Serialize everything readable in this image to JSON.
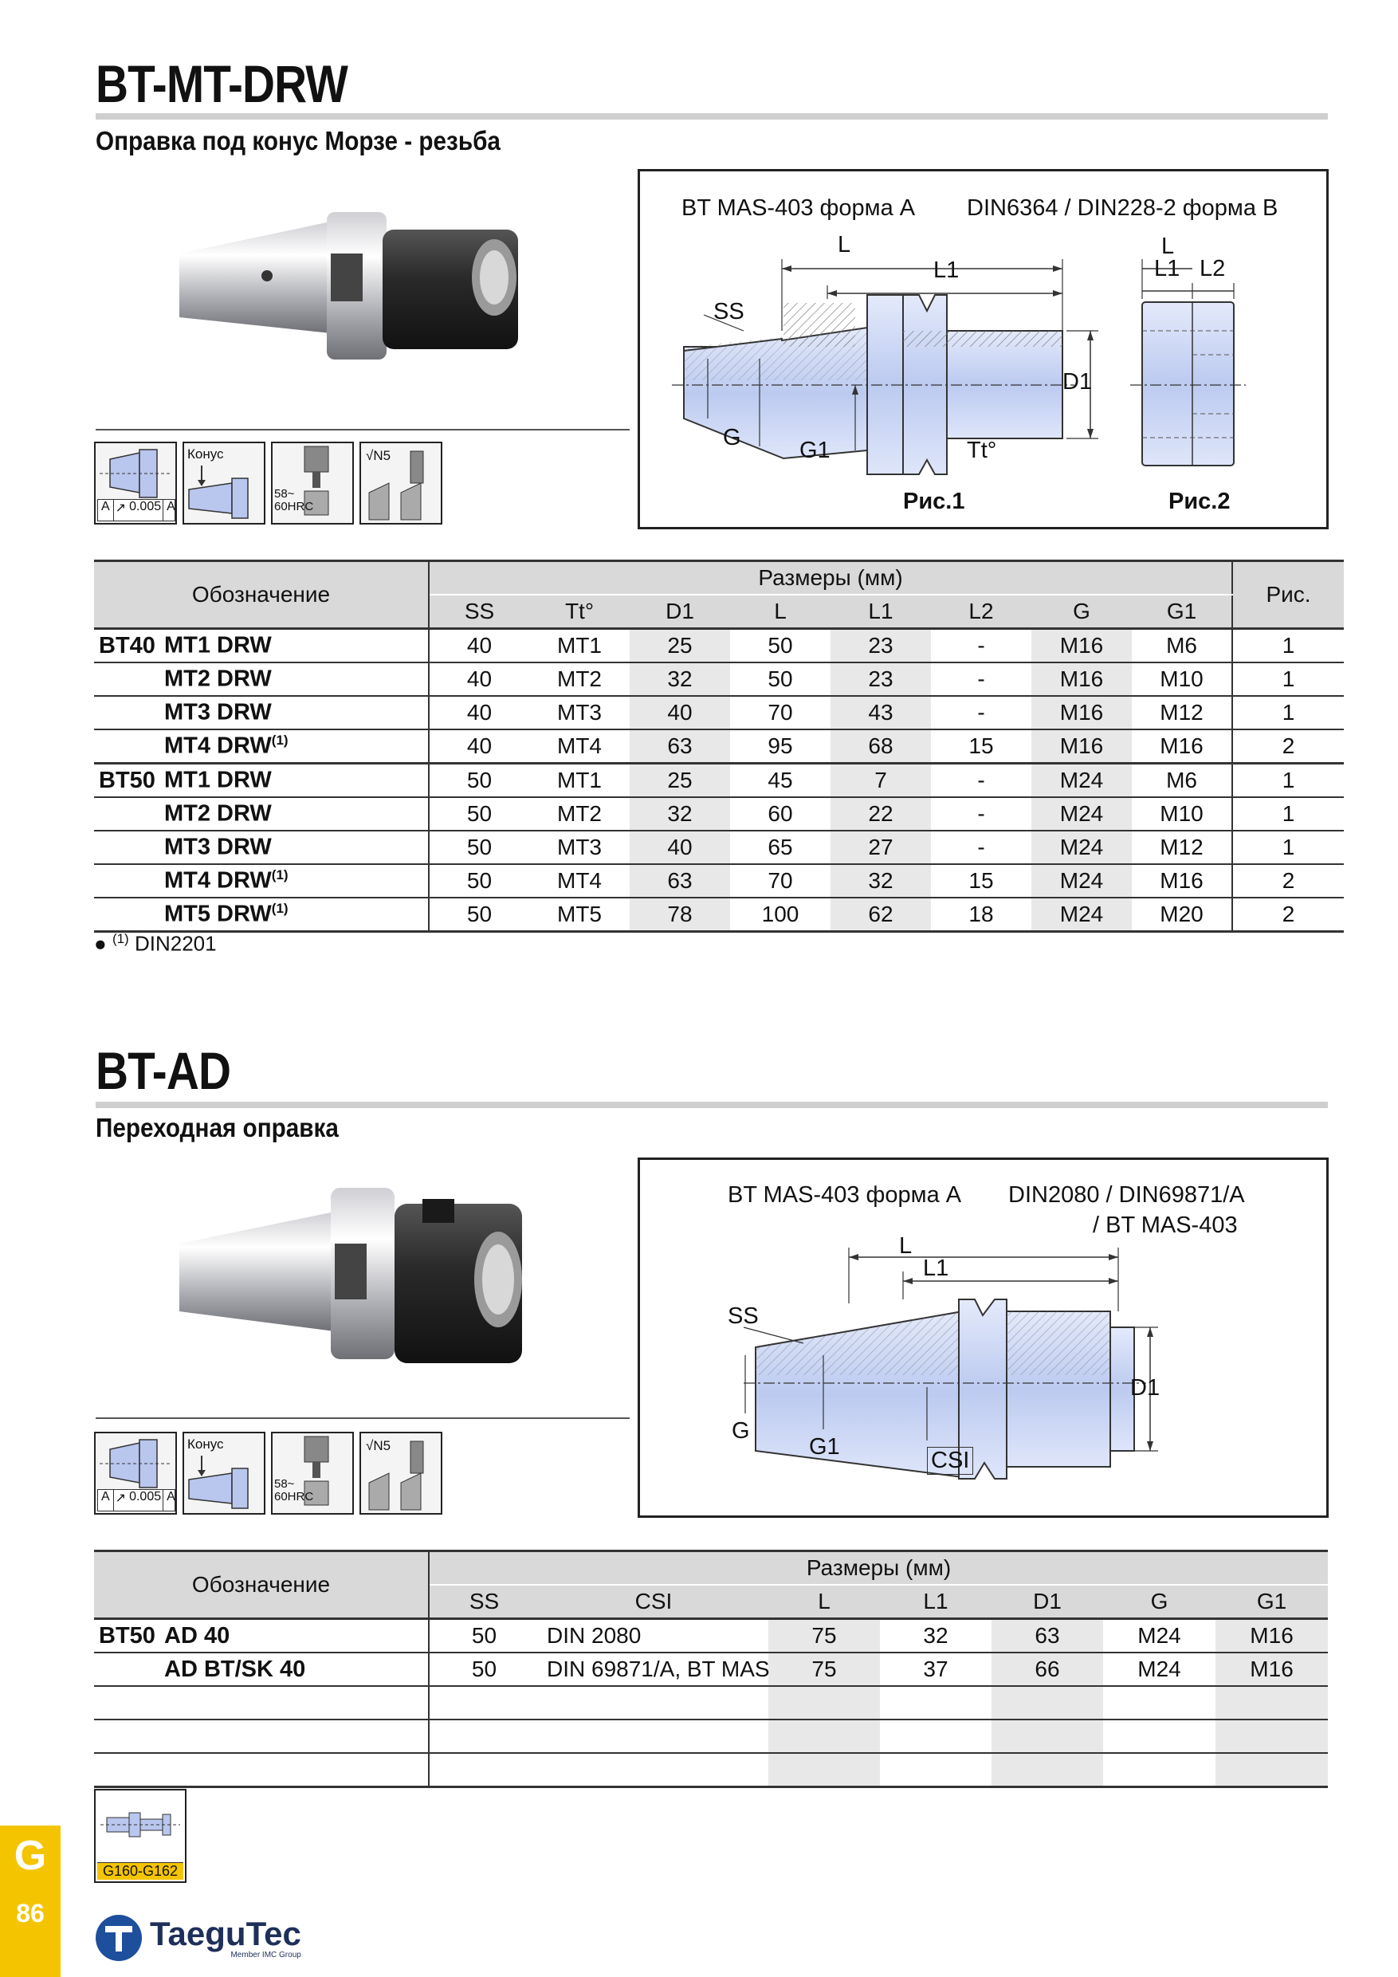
{
  "section1": {
    "title": "BT-MT-DRW",
    "subtitle": "Оправка под конус Морзе - резьба",
    "diagram": {
      "label_left": "BT MAS-403 форма A",
      "label_right": "DIN6364 / DIN228-2 форма B",
      "fig1": "Рис.1",
      "fig2": "Рис.2",
      "dim_L": "L",
      "dim_L1": "L1",
      "dim_L2": "L2",
      "dim_SS": "SS",
      "dim_D1": "D1",
      "dim_G": "G",
      "dim_G1": "G1",
      "dim_Tt": "Tt°"
    },
    "icons": {
      "runout_a": "A",
      "runout_val": "0.005",
      "runout_b": "A",
      "cone": "Конус",
      "hardness": "58~\n60HRC",
      "finish": "√N5"
    },
    "table": {
      "col_designation": "Обозначение",
      "group_header": "Размеры (мм)",
      "col_fig": "Рис.",
      "columns": [
        "SS",
        "Tt°",
        "D1",
        "L",
        "L1",
        "L2",
        "G",
        "G1"
      ],
      "rows": [
        {
          "group": "BT40",
          "name": "MT1 DRW",
          "sup": "",
          "values": [
            "40",
            "MT1",
            "25",
            "50",
            "23",
            "-",
            "M16",
            "M6"
          ],
          "fig": "1"
        },
        {
          "group": "",
          "name": "MT2 DRW",
          "sup": "",
          "values": [
            "40",
            "MT2",
            "32",
            "50",
            "23",
            "-",
            "M16",
            "M10"
          ],
          "fig": "1"
        },
        {
          "group": "",
          "name": "MT3 DRW",
          "sup": "",
          "values": [
            "40",
            "MT3",
            "40",
            "70",
            "43",
            "-",
            "M16",
            "M12"
          ],
          "fig": "1"
        },
        {
          "group": "",
          "name": "MT4 DRW",
          "sup": "(1)",
          "values": [
            "40",
            "MT4",
            "63",
            "95",
            "68",
            "15",
            "M16",
            "M16"
          ],
          "fig": "2"
        },
        {
          "group": "BT50",
          "name": "MT1 DRW",
          "sup": "",
          "values": [
            "50",
            "MT1",
            "25",
            "45",
            "7",
            "-",
            "M24",
            "M6"
          ],
          "fig": "1"
        },
        {
          "group": "",
          "name": "MT2 DRW",
          "sup": "",
          "values": [
            "50",
            "MT2",
            "32",
            "60",
            "22",
            "-",
            "M24",
            "M10"
          ],
          "fig": "1"
        },
        {
          "group": "",
          "name": "MT3 DRW",
          "sup": "",
          "values": [
            "50",
            "MT3",
            "40",
            "65",
            "27",
            "-",
            "M24",
            "M12"
          ],
          "fig": "1"
        },
        {
          "group": "",
          "name": "MT4 DRW",
          "sup": "(1)",
          "values": [
            "50",
            "MT4",
            "63",
            "70",
            "32",
            "15",
            "M24",
            "M16"
          ],
          "fig": "2"
        },
        {
          "group": "",
          "name": "MT5 DRW",
          "sup": "(1)",
          "values": [
            "50",
            "MT5",
            "78",
            "100",
            "62",
            "18",
            "M24",
            "M20"
          ],
          "fig": "2"
        }
      ]
    },
    "footnote_mark": "(1)",
    "footnote_text": "DIN2201"
  },
  "section2": {
    "title": "BT-AD",
    "subtitle": "Переходная оправка",
    "diagram": {
      "label_left": "BT MAS-403 форма A",
      "label_right1": "DIN2080 / DIN69871/A",
      "label_right2": "/ BT MAS-403",
      "dim_L": "L",
      "dim_L1": "L1",
      "dim_SS": "SS",
      "dim_D1": "D1",
      "dim_G": "G",
      "dim_G1": "G1",
      "dim_CSI": "CSI"
    },
    "icons": {
      "runout_a": "A",
      "runout_val": "0.005",
      "runout_b": "A",
      "cone": "Конус",
      "hardness": "58~\n60HRC",
      "finish": "√N5"
    },
    "table": {
      "col_designation": "Обозначение",
      "group_header": "Размеры (мм)",
      "columns": [
        "SS",
        "CSI",
        "L",
        "L1",
        "D1",
        "G",
        "G1"
      ],
      "rows": [
        {
          "group": "BT50",
          "name": "AD 40",
          "values": [
            "50",
            "DIN 2080",
            "75",
            "32",
            "63",
            "M24",
            "M16"
          ]
        },
        {
          "group": "",
          "name": "AD BT/SK 40",
          "values": [
            "50",
            "DIN 69871/A, BT MAS",
            "75",
            "37",
            "66",
            "M24",
            "M16"
          ]
        }
      ]
    },
    "ref_label": "G160-G162"
  },
  "page": {
    "side_letter": "G",
    "page_number": "86",
    "brand": "TaeguTec",
    "brand_tagline": "Member IMC Group"
  },
  "colors": {
    "accent_yellow": "#f5c400",
    "part_blue": "#c7d3f2",
    "header_gray": "#d9d9d9",
    "column_gray": "#e8e8e8",
    "brand_blue": "#1e4f9c"
  }
}
